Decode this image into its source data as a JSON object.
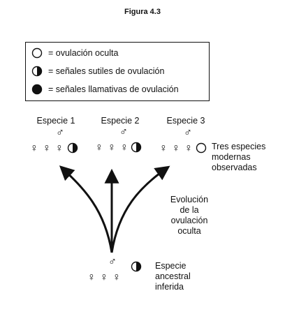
{
  "figure": {
    "title": "Figura 4.3"
  },
  "legend": {
    "items": [
      {
        "symbol": "empty-circle-icon",
        "label": "= ovulación oculta"
      },
      {
        "symbol": "half-circle-icon",
        "label": "= señales sutiles de ovulación"
      },
      {
        "symbol": "filled-circle-icon",
        "label": "= señales llamativas de ovulación"
      }
    ]
  },
  "species": [
    {
      "label": "Especie 1",
      "ovulation": "half-circle-icon"
    },
    {
      "label": "Especie 2",
      "ovulation": "half-circle-icon"
    },
    {
      "label": "Especie 3",
      "ovulation": "empty-circle-icon"
    }
  ],
  "labels": {
    "modern_line1": "Tres especies",
    "modern_line2": "modernas",
    "modern_line3": "observadas",
    "evolution_line1": "Evolución",
    "evolution_line2": "de la",
    "evolution_line3": "ovulación",
    "evolution_line4": "oculta",
    "ancestral_line1": "Especie",
    "ancestral_line2": "ancestral",
    "ancestral_line3": "inferida"
  },
  "glyphs": {
    "male": "♂",
    "female": "♀"
  }
}
